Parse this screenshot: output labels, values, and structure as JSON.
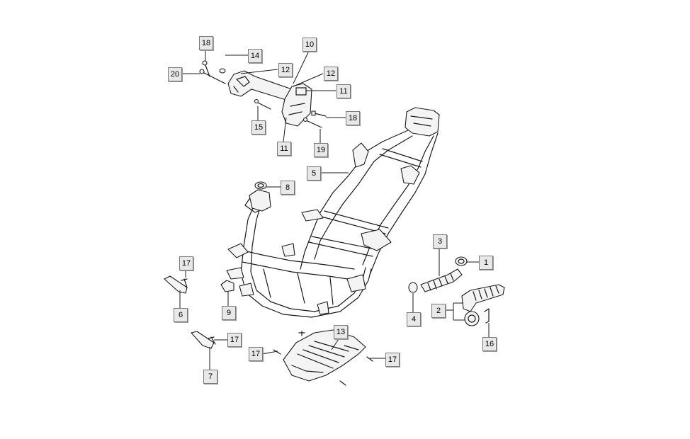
{
  "diagram": {
    "callouts": [
      {
        "id": "c18a",
        "label": "18"
      },
      {
        "id": "c14",
        "label": "14"
      },
      {
        "id": "c10",
        "label": "10"
      },
      {
        "id": "c20",
        "label": "20"
      },
      {
        "id": "c12a",
        "label": "12"
      },
      {
        "id": "c12b",
        "label": "12"
      },
      {
        "id": "c11a",
        "label": "11"
      },
      {
        "id": "c18b",
        "label": "18"
      },
      {
        "id": "c15",
        "label": "15"
      },
      {
        "id": "c11b",
        "label": "11"
      },
      {
        "id": "c19",
        "label": "19"
      },
      {
        "id": "c5",
        "label": "5"
      },
      {
        "id": "c8",
        "label": "8"
      },
      {
        "id": "c3",
        "label": "3"
      },
      {
        "id": "c1",
        "label": "1"
      },
      {
        "id": "c17a",
        "label": "17"
      },
      {
        "id": "c4",
        "label": "4"
      },
      {
        "id": "c2",
        "label": "2"
      },
      {
        "id": "c6",
        "label": "6"
      },
      {
        "id": "c9",
        "label": "9"
      },
      {
        "id": "c13",
        "label": "13"
      },
      {
        "id": "c16",
        "label": "16"
      },
      {
        "id": "c17b",
        "label": "17"
      },
      {
        "id": "c17c",
        "label": "17"
      },
      {
        "id": "c17d",
        "label": "17"
      },
      {
        "id": "c7",
        "label": "7"
      }
    ]
  }
}
